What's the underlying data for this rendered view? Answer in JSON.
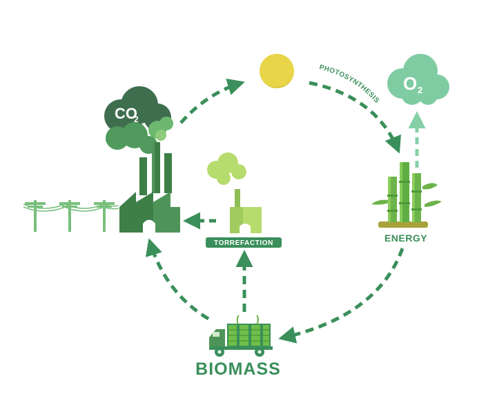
{
  "labels": {
    "co2": "CO",
    "co2_sub": "2",
    "o2": "O",
    "o2_sub": "2",
    "photosynthesis": "PHOTOSYNTHESIS",
    "energy": "ENERGY",
    "torrefaction": "TORREFACTION",
    "biomass": "BIOMASS"
  },
  "colors": {
    "dark_green": "#3d7f47",
    "mid_green": "#56a25f",
    "light_green": "#9bcc6a",
    "teal": "#3a8f5a",
    "mint": "#7fcca3",
    "sun": "#e8d548",
    "ground": "#a8a23b"
  }
}
